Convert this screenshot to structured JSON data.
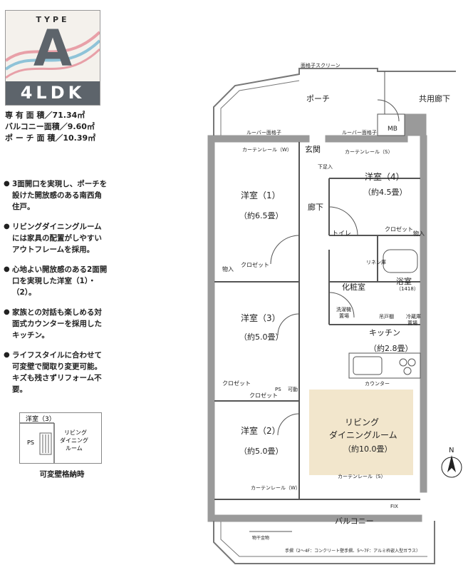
{
  "badge": {
    "type": "TYPE",
    "letter": "A",
    "layout": "4LDK"
  },
  "areas": [
    {
      "label": "専 有 面 積／",
      "value": "71.34㎡"
    },
    {
      "label": "バルコニー面積／",
      "value": "9.60㎡"
    },
    {
      "label": "ポ ー チ 面 積／",
      "value": "10.39㎡"
    }
  ],
  "features": [
    "3面開口を実現し、ポーチを設けた開放感のある南西角住戸。",
    "リビングダイニングルームには家具の配置がしやすいアウトフレームを採用。",
    "心地よい開放感のある2面開口を実現した洋室（1）・（2）。",
    "家族との対話も楽しめる対面式カウンターを採用したキッチン。",
    "ライフスタイルに合わせて可変壁で間取り変更可能。キズも残さずリフォーム不要。"
  ],
  "mini_plan": {
    "room": "洋室（3）",
    "ps": "PS",
    "ldr": "リビング\nダイニング\nルーム",
    "caption": "可変壁格納時"
  },
  "plan": {
    "screen": "面格子スクリーン",
    "porch": "ポーチ",
    "common": "共用廊下",
    "mb": "MB",
    "louver1": "ルーバー面格子",
    "louver2": "ルーバー面格子",
    "curtain_top1": "カーテンレール（W）",
    "curtain_top2": "カーテンレール（S）",
    "genkan": "玄関",
    "shoes": "下足入",
    "room4": "洋室（4）",
    "room4_size": "（約4.5畳）",
    "room1": "洋室（1）",
    "room1_size": "（約6.5畳）",
    "hall": "廊下",
    "toilet": "トイレ",
    "closet_a": "クロゼット",
    "storage_a": "物入",
    "storage_b": "物入",
    "closet_b": "クロゼット",
    "linen": "リネン庫",
    "bath": "浴室",
    "bath_size": "（1418）",
    "vanity": "化粧室",
    "washer": "洗濯機\n置場",
    "room3": "洋室（3）",
    "room3_size": "（約5.0畳）",
    "hanger": "吊戸棚",
    "fridge": "冷蔵庫\n置場",
    "kitchen": "キッチン",
    "kitchen_size": "（約2.8畳）",
    "counter": "カウンター",
    "closet_c": "クロゼット",
    "closet_d": "クロゼット",
    "ps1": "PS",
    "ps2": "可動\n間仕",
    "room2": "洋室（2）",
    "room2_size": "（約5.0畳）",
    "living": "リビング\nダイニングルーム",
    "living_size": "（約10.0畳）",
    "curtain_bottom1": "カーテンレール（W）",
    "curtain_bottom2": "カーテンレール（S）",
    "fix": "FIX",
    "balcony": "バルコニー",
    "drying": "物干金物",
    "railing": "手摺（2〜4F：コンクリート壁手摺、5〜7F：アルミ枠嵌入型ガラス）",
    "north": "N"
  },
  "colors": {
    "badge_dark": "#5d646b",
    "living_fill": "#f2e6cc",
    "wall": "#9a9a9a"
  }
}
